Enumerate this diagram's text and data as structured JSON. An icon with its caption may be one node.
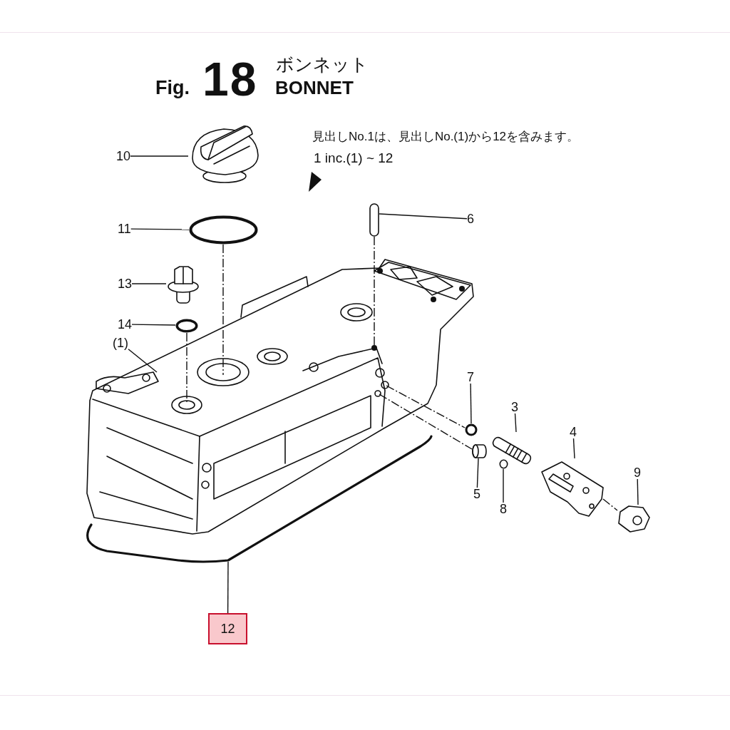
{
  "diagram": {
    "nodes": [
      {
        "text": [
          "10"
        ]
      },
      {
        "text": [],
        "shape": "picture"
      },
      {
        "text": [
          "11"
        ]
      },
      {
        "text": [],
        "shape": "circle"
      },
      {
        "text": [
          "6"
        ]
      },
      {
        "text": [],
        "shape": "bar"
      },
      {
        "text": [
          "13"
        ]
      },
      {
        "text": [],
        "shape": "picture"
      },
      {
        "text": [
          "14"
        ]
      },
      {
        "text": [],
        "shape": "circle"
      },
      {
        "text": [
          "(1)"
        ]
      },
      {
        "text": [],
        "shape": "picture"
      },
      {
        "text": [
          "7"
        ]
      },
      {
        "text": [],
        "shape": "circle"
      },
      {
        "text": [
          "3"
        ]
      },
      {
        "text": [],
        "shape": "picture"
      },
      {
        "text": [
          "4"
        ]
      },
      {
        "text": [],
        "shape": "picture"
      },
      {
        "text": [
          "9"
        ]
      },
      {
        "text": [],
        "shape": "picture"
      },
      {
        "text": [
          "5"
        ]
      },
      {
        "text": [],
        "shape": "cylinder"
      },
      {
        "text": [
          "8"
        ]
      },
      {
        "text": [],
        "shape": "circle"
      },
      {
        "text": [],
        "shape": "picture"
      },
      {
        "text": [
          "12"
        ]
      }
    ],
    "edges": [
      {
        "from": 0,
        "to": 1,
        "arrow": "none"
      },
      {
        "from": 2,
        "to": 3,
        "arrow": "none"
      },
      {
        "from": 4,
        "to": 5,
        "arrow": "none"
      },
      {
        "from": 6,
        "to": 7,
        "arrow": "none"
      },
      {
        "from": 8,
        "to": 9,
        "arrow": "none"
      },
      {
        "from": 10,
        "to": 11,
        "arrow": "none"
      },
      {
        "from": 12,
        "to": 13,
        "arrow": "none"
      },
      {
        "from": 14,
        "to": 15,
        "arrow": "none"
      },
      {
        "from": 16,
        "to": 17,
        "arrow": "none"
      },
      {
        "from": 18,
        "to": 19,
        "arrow": "none"
      },
      {
        "from": 20,
        "to": 21,
        "arrow": "none"
      },
      {
        "from": 22,
        "to": 23,
        "arrow": "none"
      },
      {
        "from": 25,
        "to": 24,
        "arrow": "none"
      },
      {
        "from": 3,
        "to": 11,
        "arrow": "none",
        "style": "dashed"
      },
      {
        "from": 9,
        "to": 11,
        "arrow": "none",
        "style": "dashed"
      },
      {
        "from": 5,
        "to": 11,
        "arrow": "none",
        "style": "dashed"
      },
      {
        "from": 11,
        "to": 13,
        "arrow": "none",
        "style": "dashed"
      },
      {
        "from": 11,
        "to": 21,
        "arrow": "none",
        "style": "dashed"
      },
      {
        "from": 17,
        "to": 19,
        "arrow": "none",
        "style": "dashed"
      }
    ],
    "labels": [
      "Fig.",
      "18",
      "ボンネット",
      "BONNET",
      "見出しNo.1は、見出しNo.(1)から12を含みます。",
      "1 inc.(1) ~ 12"
    ]
  }
}
